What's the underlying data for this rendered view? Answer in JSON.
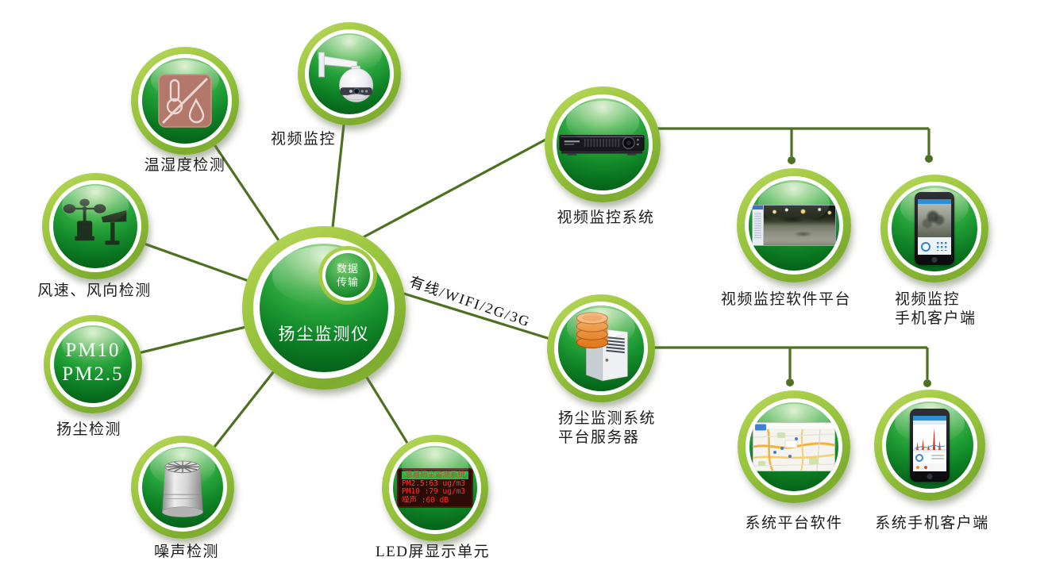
{
  "diagram": {
    "center": {
      "label": "扬尘监测仪",
      "badge": [
        "数据",
        "传输"
      ]
    },
    "link_label": "有线/WIFI/2G/3G",
    "satellites": {
      "temp_humidity": {
        "label": "温湿度检测"
      },
      "video_camera": {
        "label": "视频监控"
      },
      "wind": {
        "label": "风速、风向检测"
      },
      "dust": {
        "label": "扬尘检测",
        "pm_lines": [
          "PM10",
          "PM2.5"
        ]
      },
      "noise": {
        "label": "噪声检测"
      },
      "led": {
        "label": "LED屏显示单元",
        "screen": [
          "恩易扬尘监测系统",
          "PM2.5:63 ug/m3",
          "PM10 :79 ug/m3",
          "噪声 :60 dB"
        ]
      }
    },
    "right": {
      "video_system": {
        "label": "视频监控系统"
      },
      "server": {
        "label": [
          "扬尘监测系统",
          "平台服务器"
        ]
      },
      "video_software": {
        "label": "视频监控软件平台"
      },
      "video_mobile": {
        "label": [
          "视频监控",
          "手机客户端"
        ]
      },
      "platform_software": {
        "label": "系统平台软件"
      },
      "system_mobile": {
        "label": "系统手机客户端"
      }
    },
    "colors": {
      "ring": "#93c13a",
      "line": "#4d7022",
      "sphere": "#108427",
      "led_red": "#ff3520",
      "led_green": "#2fae3a",
      "db_orange": "#e2791e"
    }
  }
}
